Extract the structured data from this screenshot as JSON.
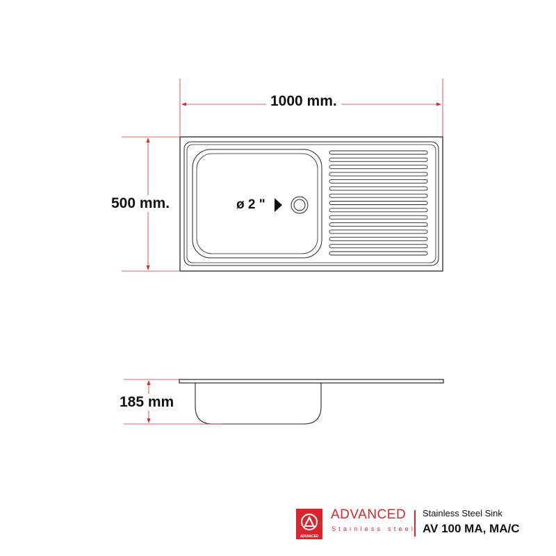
{
  "dimensions": {
    "width_label": "1000 mm.",
    "height_label": "500 mm.",
    "depth_label": "185 mm",
    "drain_label": "ø 2 \""
  },
  "brand": {
    "name": "ADVANCED",
    "tagline": "Stainless steel",
    "logo_text": "ADVANCED"
  },
  "product": {
    "type": "Stainless Steel Sink",
    "model": "AV 100 MA, MA/C"
  },
  "colors": {
    "dimension_line": "#d8262c",
    "outline": "#222222",
    "brand": "#d8262c"
  },
  "drainboard": {
    "rib_count": 15
  }
}
